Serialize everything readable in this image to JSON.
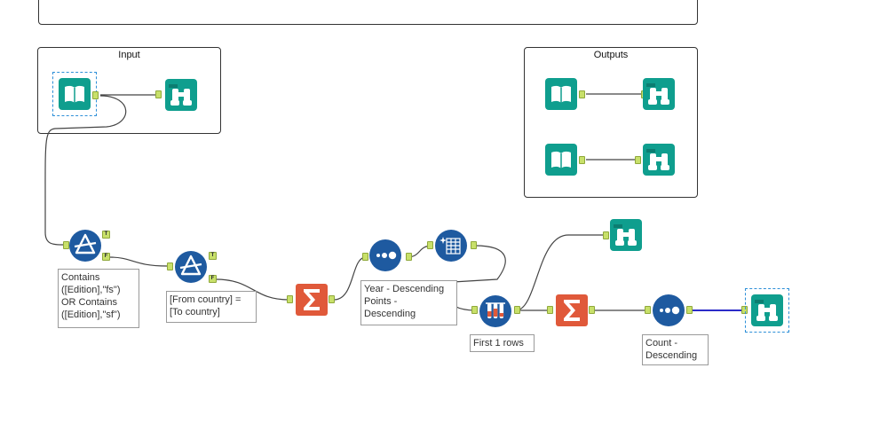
{
  "containers": {
    "input_title": "Input",
    "outputs_title": "Outputs"
  },
  "anchors": {
    "true_label": "T",
    "false_label": "F"
  },
  "annotations": {
    "filter1": "Contains\n([Edition],\"fs\")\nOR Contains\n([Edition],\"sf\")",
    "filter2": "[From country] =\n[To country]",
    "sort1": "Year - Descending\nPoints -\nDescending",
    "sample": "First 1 rows",
    "sort2": "Count -\nDescending"
  },
  "icons": {
    "input": "book-icon",
    "browse": "binoculars-icon",
    "filter": "filter-icon",
    "summarize": "sigma-icon",
    "sort": "sort-dots-icon",
    "formula": "formula-grid-icon",
    "sample": "sample-tubes-icon"
  },
  "colors": {
    "teal": "#0f9e8e",
    "blue": "#1e5aa0",
    "orange": "#e0593a",
    "anchor": "#c8e06a",
    "selection": "#2d8fd8",
    "active_connection": "#2b2bc8"
  }
}
